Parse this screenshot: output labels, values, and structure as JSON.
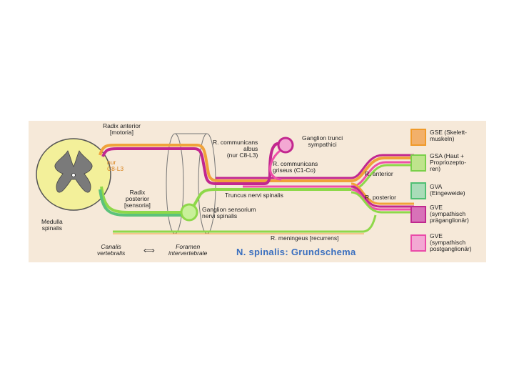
{
  "labels": {
    "radix_anterior": [
      "Radix anterior",
      "[motoria]"
    ],
    "nur_c8": [
      "nur",
      "C8-L3"
    ],
    "radix_posterior": [
      "Radix",
      "posterior",
      "[sensoria]"
    ],
    "medulla": [
      "Medulla",
      "spinalis"
    ],
    "r_comm_albus": [
      "R. communicans",
      "albus",
      "(nur C8-L3)"
    ],
    "ganglion_trunci": [
      "Ganglion trunci",
      "sympathici"
    ],
    "r_comm_griseus": [
      "R. communicans",
      "griseus (C1-Co)"
    ],
    "r_anterior": "R. anterior",
    "r_posterior": "R. posterior",
    "truncus": "Truncus nervi spinalis",
    "ganglion_sens": [
      "Ganglion sensorium",
      "nervi spinalis"
    ],
    "r_meningeus": "R. meningeus [recurrens]",
    "canalis": [
      "Canalis",
      "vertebralis"
    ],
    "foramen": [
      "Foramen",
      "intervertebrale"
    ],
    "title": "N. spinalis: Grundschema"
  },
  "legend": [
    {
      "code": "GSE",
      "lines": [
        "GSE (Skelett-",
        "muskeln)"
      ],
      "fill": "#f2b06a",
      "border": "#f09a2a"
    },
    {
      "code": "GSA",
      "lines": [
        "GSA (Haut +",
        "Propriozepto-",
        "ren)"
      ],
      "fill": "#bfe48c",
      "border": "#7ad04a"
    },
    {
      "code": "GVA",
      "lines": [
        "GVA",
        "(Eingeweide)"
      ],
      "fill": "#a9dcb8",
      "border": "#4fbf73"
    },
    {
      "code": "GVE-pre",
      "lines": [
        "GVE",
        "(sympathisch",
        "präganglionär)"
      ],
      "fill": "#d872b8",
      "border": "#c0288f"
    },
    {
      "code": "GVE-post",
      "lines": [
        "GVE",
        "(sympathisch",
        "postganglionär)"
      ],
      "fill": "#f3a8d3",
      "border": "#ea4aa8"
    }
  ],
  "colors": {
    "gse": "#f0a23a",
    "gsa": "#8ed84a",
    "gva": "#5cc27a",
    "gve_pre": "#c2278f",
    "gve_post": "#ee4fa8",
    "background": "#f6e9d9",
    "cord_white": "#f3f09a",
    "cord_grey": "#777777",
    "title": "#3a6fbf"
  }
}
